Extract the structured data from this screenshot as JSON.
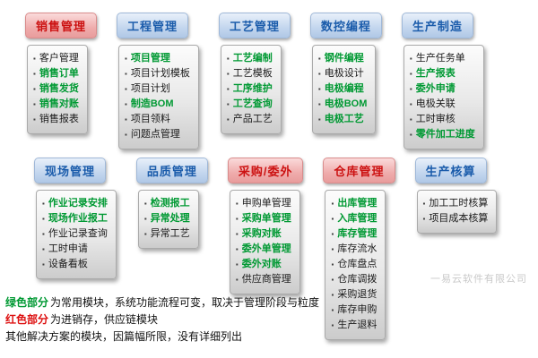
{
  "colors": {
    "red_header_text": "#cc1111",
    "blue_header_text": "#1b5cab",
    "highlight_green": "#009933",
    "note_red": "#dd1111"
  },
  "rows": [
    {
      "groups": [
        {
          "title": "销售管理",
          "style": "red",
          "items": [
            {
              "label": "客户管理",
              "highlight": false
            },
            {
              "label": "销售订单",
              "highlight": true
            },
            {
              "label": "销售发货",
              "highlight": true
            },
            {
              "label": "销售对账",
              "highlight": true
            },
            {
              "label": "销售报表",
              "highlight": false
            }
          ]
        },
        {
          "title": "工程管理",
          "style": "blue",
          "items": [
            {
              "label": "项目管理",
              "highlight": true
            },
            {
              "label": "项目计划模板",
              "highlight": false
            },
            {
              "label": "项目计划",
              "highlight": false
            },
            {
              "label": "制造BOM",
              "highlight": true
            },
            {
              "label": "项目领料",
              "highlight": false
            },
            {
              "label": "问题点管理",
              "highlight": false
            }
          ]
        },
        {
          "title": "工艺管理",
          "style": "blue",
          "items": [
            {
              "label": "工艺编制",
              "highlight": true
            },
            {
              "label": "工艺模板",
              "highlight": false
            },
            {
              "label": "工序维护",
              "highlight": true
            },
            {
              "label": "工艺查询",
              "highlight": true
            },
            {
              "label": "产品工艺",
              "highlight": false
            }
          ]
        },
        {
          "title": "数控编程",
          "style": "blue",
          "items": [
            {
              "label": "钢件编程",
              "highlight": true
            },
            {
              "label": "电极设计",
              "highlight": false
            },
            {
              "label": "电极编程",
              "highlight": true
            },
            {
              "label": "电极BOM",
              "highlight": true
            },
            {
              "label": "电极工艺",
              "highlight": true
            }
          ]
        },
        {
          "title": "生产制造",
          "style": "blue",
          "items": [
            {
              "label": "生产任务单",
              "highlight": false
            },
            {
              "label": "生产报表",
              "highlight": true
            },
            {
              "label": "委外申请",
              "highlight": true
            },
            {
              "label": "电极关联",
              "highlight": false
            },
            {
              "label": "工时审核",
              "highlight": false
            },
            {
              "label": "零件加工进度",
              "highlight": true
            }
          ]
        }
      ]
    },
    {
      "groups": [
        {
          "title": "现场管理",
          "style": "blue",
          "items": [
            {
              "label": "作业记录安排",
              "highlight": true
            },
            {
              "label": "现场作业报工",
              "highlight": true
            },
            {
              "label": "作业记录查询",
              "highlight": false
            },
            {
              "label": "工时申请",
              "highlight": false
            },
            {
              "label": "设备看板",
              "highlight": false
            }
          ]
        },
        {
          "title": "品质管理",
          "style": "blue",
          "items": [
            {
              "label": "检测报工",
              "highlight": true
            },
            {
              "label": "异常处理",
              "highlight": true
            },
            {
              "label": "异常工艺",
              "highlight": false
            }
          ]
        },
        {
          "title": "采购/委外",
          "style": "red",
          "items": [
            {
              "label": "申购单管理",
              "highlight": false
            },
            {
              "label": "采购单管理",
              "highlight": true
            },
            {
              "label": "采购对账",
              "highlight": true
            },
            {
              "label": "委外单管理",
              "highlight": true
            },
            {
              "label": "委外对账",
              "highlight": true
            },
            {
              "label": "供应商管理",
              "highlight": false
            }
          ]
        },
        {
          "title": "仓库管理",
          "style": "red",
          "items": [
            {
              "label": "出库管理",
              "highlight": true
            },
            {
              "label": "入库管理",
              "highlight": true
            },
            {
              "label": "库存管理",
              "highlight": true
            },
            {
              "label": "库存流水",
              "highlight": false
            },
            {
              "label": "仓库盘点",
              "highlight": false
            },
            {
              "label": "仓库调拨",
              "highlight": false
            },
            {
              "label": "采购退货",
              "highlight": false
            },
            {
              "label": "库存申购",
              "highlight": false
            },
            {
              "label": "生产退料",
              "highlight": false
            }
          ]
        },
        {
          "title": "生产核算",
          "style": "blue",
          "items": [
            {
              "label": "加工工时核算",
              "highlight": false
            },
            {
              "label": "项目成本核算",
              "highlight": false
            }
          ]
        }
      ]
    }
  ],
  "notes": [
    {
      "prefix": "绿色部分",
      "prefix_color": "green",
      "text": "为常用模块，系统功能流程可变，取决于管理阶段与粒度"
    },
    {
      "prefix": "红色部分",
      "prefix_color": "red",
      "text": "为进销存，供应链模块"
    },
    {
      "prefix": "",
      "prefix_color": "",
      "text": "其他解决方案的模块，因篇幅所限，没有详细列出"
    }
  ],
  "watermark": "一易云软件有限公司"
}
